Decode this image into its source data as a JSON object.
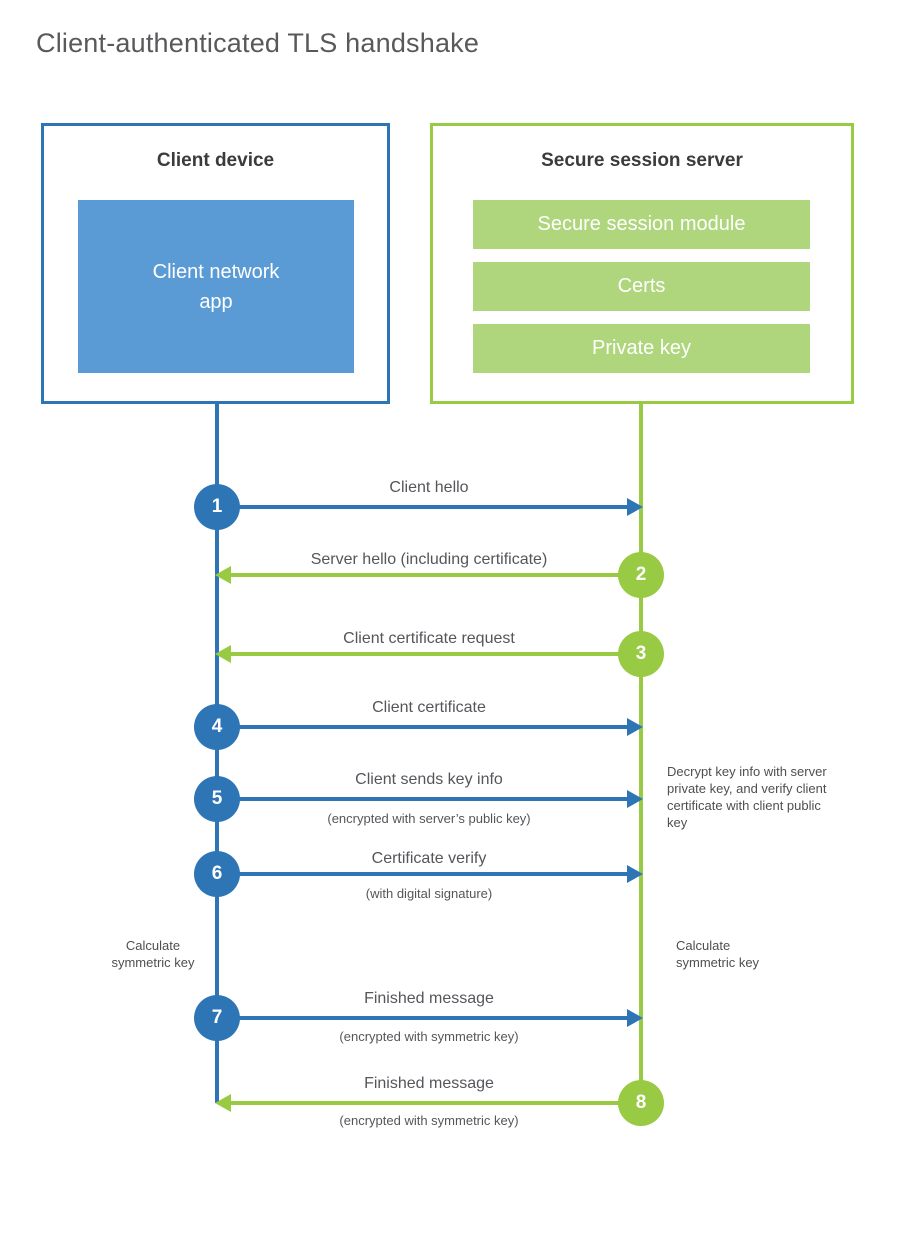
{
  "title": "Client-authenticated TLS handshake",
  "colors": {
    "blue": "#2E75B6",
    "blue_light": "#5B9BD5",
    "green": "#98CA43",
    "green_light": "#AFD67D"
  },
  "client": {
    "title": "Client device",
    "app_label": "Client network app"
  },
  "server": {
    "title": "Secure session server",
    "modules": [
      "Secure session module",
      "Certs",
      "Private key"
    ]
  },
  "messages": [
    {
      "step": "1",
      "label": "Client hello",
      "sublabel": "",
      "direction": "right",
      "color": "blue"
    },
    {
      "step": "2",
      "label": "Server hello (including certificate)",
      "sublabel": "",
      "direction": "left",
      "color": "green"
    },
    {
      "step": "3",
      "label": "Client certificate request",
      "sublabel": "",
      "direction": "left",
      "color": "green"
    },
    {
      "step": "4",
      "label": "Client certificate",
      "sublabel": "",
      "direction": "right",
      "color": "blue"
    },
    {
      "step": "5",
      "label": "Client sends key info",
      "sublabel": "(encrypted with server’s public key)",
      "direction": "right",
      "color": "blue"
    },
    {
      "step": "6",
      "label": "Certificate verify",
      "sublabel": "(with digital signature)",
      "direction": "right",
      "color": "blue"
    },
    {
      "step": "7",
      "label": "Finished message",
      "sublabel": "(encrypted with symmetric key)",
      "direction": "right",
      "color": "blue"
    },
    {
      "step": "8",
      "label": "Finished message",
      "sublabel": "(encrypted with symmetric key)",
      "direction": "left",
      "color": "green"
    }
  ],
  "annotations": {
    "decrypt_note": "Decrypt key info with server private key, and verify client certificate with client public key",
    "calc_left": "Calculate symmetric key",
    "calc_right": "Calculate symmetric key"
  }
}
